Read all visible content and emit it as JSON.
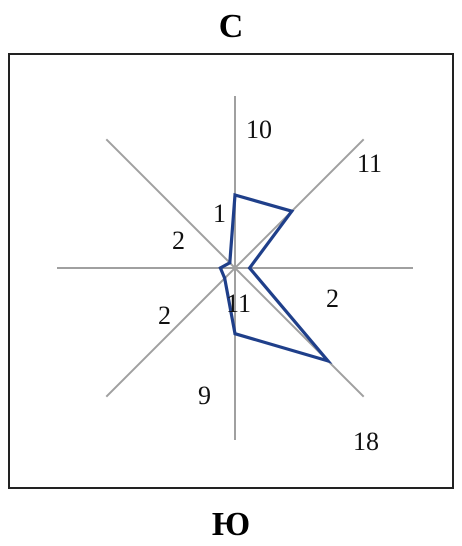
{
  "labels": {
    "north": "С",
    "south": "Ю"
  },
  "chart_data": {
    "type": "wind-rose",
    "directions": [
      "N",
      "NE",
      "E",
      "SE",
      "S",
      "SW",
      "W",
      "NW"
    ],
    "values": [
      10,
      11,
      2,
      18,
      9,
      2,
      2,
      1
    ],
    "center_value": 11,
    "line_color": "#1f3f8a",
    "axis_color": "#a0a0a0",
    "max_value": 20
  }
}
